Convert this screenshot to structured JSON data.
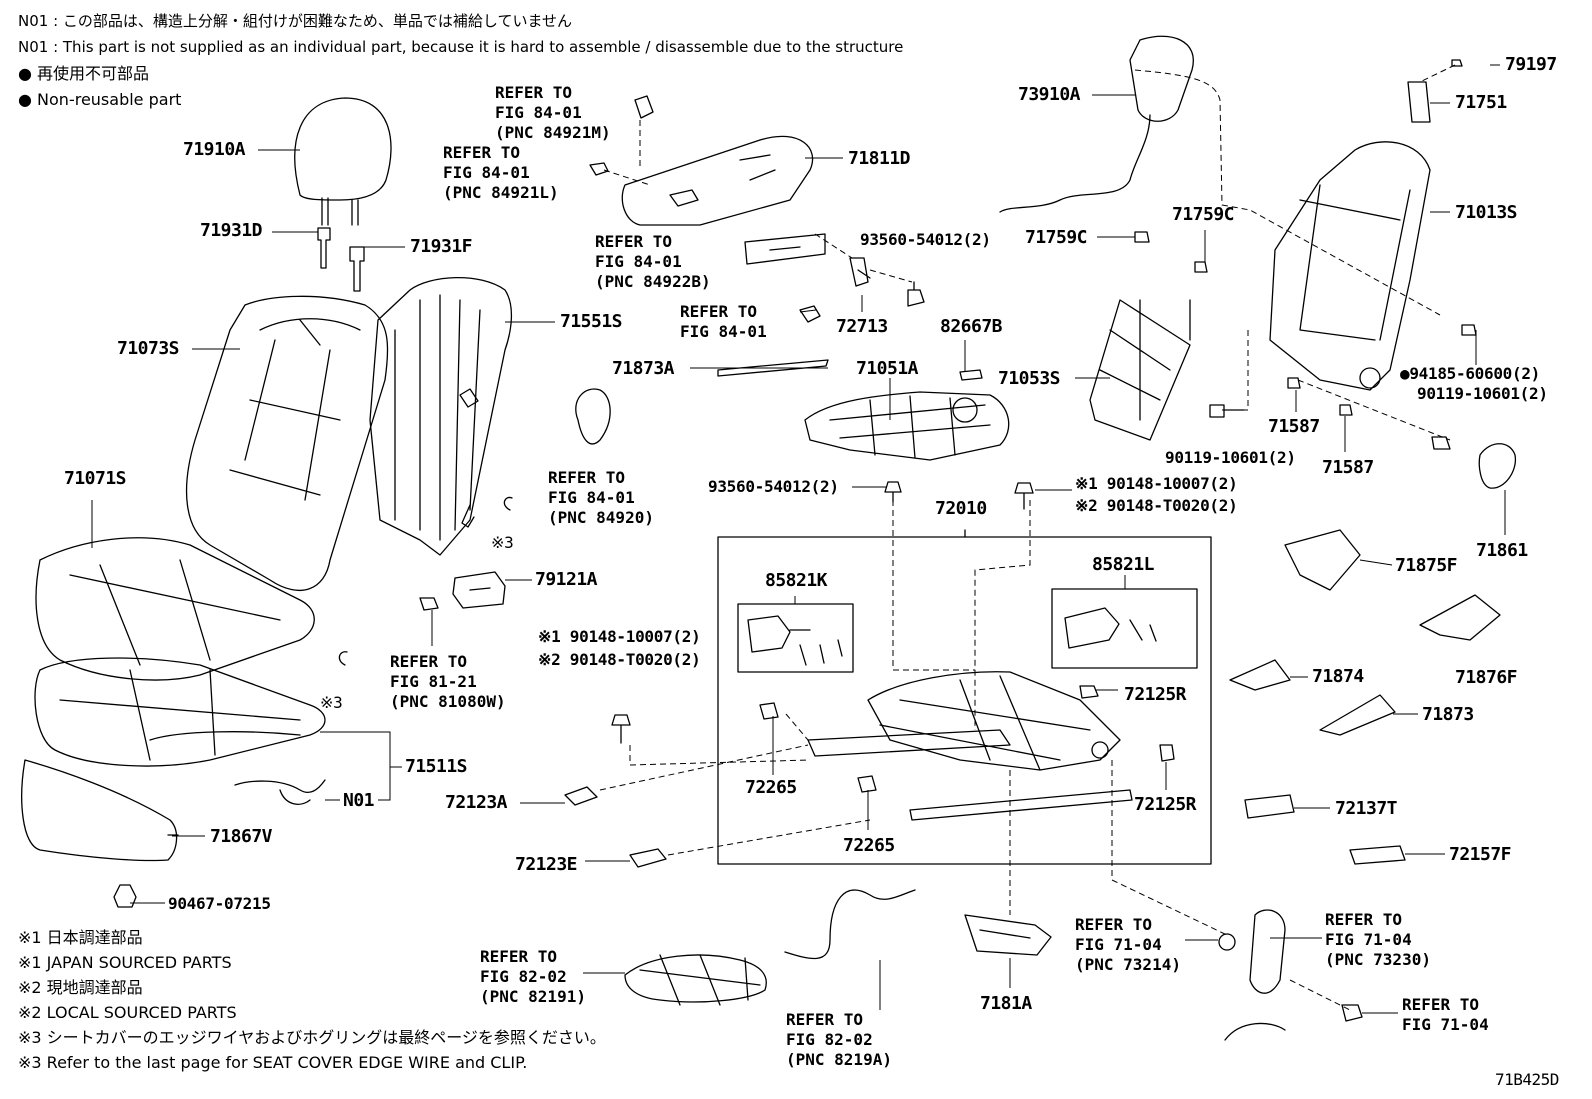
{
  "diagram_code": "71B425D",
  "notes": {
    "n01_jp": "N01 : この部品は、構造上分解・組付けが困難なため、単品では補給していません",
    "n01_en": "N01 : This part is not supplied as an individual part, because it is hard to assemble / disassemble due to the structure",
    "nonreuse_jp": "● 再使用不可部品",
    "nonreuse_en": "● Non-reusable part",
    "s1_jp": "※1 日本調達部品",
    "s1_en": "※1 JAPAN SOURCED PARTS",
    "s2_jp": "※2 現地調達部品",
    "s2_en": "※2 LOCAL SOURCED PARTS",
    "s3_jp": "※3 シートカバーのエッジワイヤおよびホグリングは最終ページを参照ください。",
    "s3_en": "※3 Refer to the last page for SEAT COVER EDGE WIRE and CLIP."
  },
  "labels": {
    "p71910A": "71910A",
    "p71931D": "71931D",
    "p71931F": "71931F",
    "p71073S": "71073S",
    "p71551S": "71551S",
    "p71071S": "71071S",
    "p71511S": "71511S",
    "pN01": "N01",
    "p71867V": "71867V",
    "p90467": "90467-07215",
    "p79121A": "79121A",
    "p71811D": "71811D",
    "p93560a": "93560-54012(2)",
    "p72713": "72713",
    "p82667B": "82667B",
    "p71873A": "71873A",
    "p71051A": "71051A",
    "p93560b": "93560-54012(2)",
    "p72010": "72010",
    "p85821K": "85821K",
    "p85821L": "85821L",
    "p72125R_a": "72125R",
    "p72125R_b": "72125R",
    "p72265_a": "72265",
    "p72265_b": "72265",
    "p72123A": "72123A",
    "p72123E": "72123E",
    "p7181A": "7181A",
    "p73910A": "73910A",
    "p71759C_a": "71759C",
    "p71759C_b": "71759C",
    "p71053S": "71053S",
    "p90119a": "90119-10601(2)",
    "p71587_a": "71587",
    "p71587_b": "71587",
    "p79197": "79197",
    "p71751": "71751",
    "p71013S": "71013S",
    "p94185": "●94185-60600(2)",
    "p90119b": "90119-10601(2)",
    "p71861": "71861",
    "p71875F": "71875F",
    "p71876F": "71876F",
    "p71874": "71874",
    "p71873": "71873",
    "p72137T": "72137T",
    "p72157F": "72157F",
    "bolt1a": "※1 90148-10007(2)",
    "bolt1b": "※2 90148-T0020(2)",
    "bolt2a": "※1 90148-10007(2)",
    "bolt2b": "※2 90148-T0020(2)",
    "x3a": "※3",
    "x3b": "※3"
  },
  "refs": {
    "r1": [
      "REFER TO",
      "FIG 84-01",
      "(PNC 84921M)"
    ],
    "r2": [
      "REFER TO",
      "FIG 84-01",
      "(PNC 84921L)"
    ],
    "r3": [
      "REFER TO",
      "FIG 84-01",
      "(PNC 84922B)"
    ],
    "r4": [
      "REFER TO",
      "FIG 84-01"
    ],
    "r5": [
      "REFER TO",
      "FIG 84-01",
      "(PNC 84920)"
    ],
    "r6": [
      "REFER TO",
      "FIG 81-21",
      "(PNC 81080W)"
    ],
    "r7": [
      "REFER TO",
      "FIG 82-02",
      "(PNC 82191)"
    ],
    "r8": [
      "REFER TO",
      "FIG 82-02",
      "(PNC 8219A)"
    ],
    "r9": [
      "REFER TO",
      "FIG 71-04",
      "(PNC 73214)"
    ],
    "r10": [
      "REFER TO",
      "FIG 71-04",
      "(PNC 73230)"
    ],
    "r11": [
      "REFER TO",
      "FIG 71-04"
    ]
  }
}
